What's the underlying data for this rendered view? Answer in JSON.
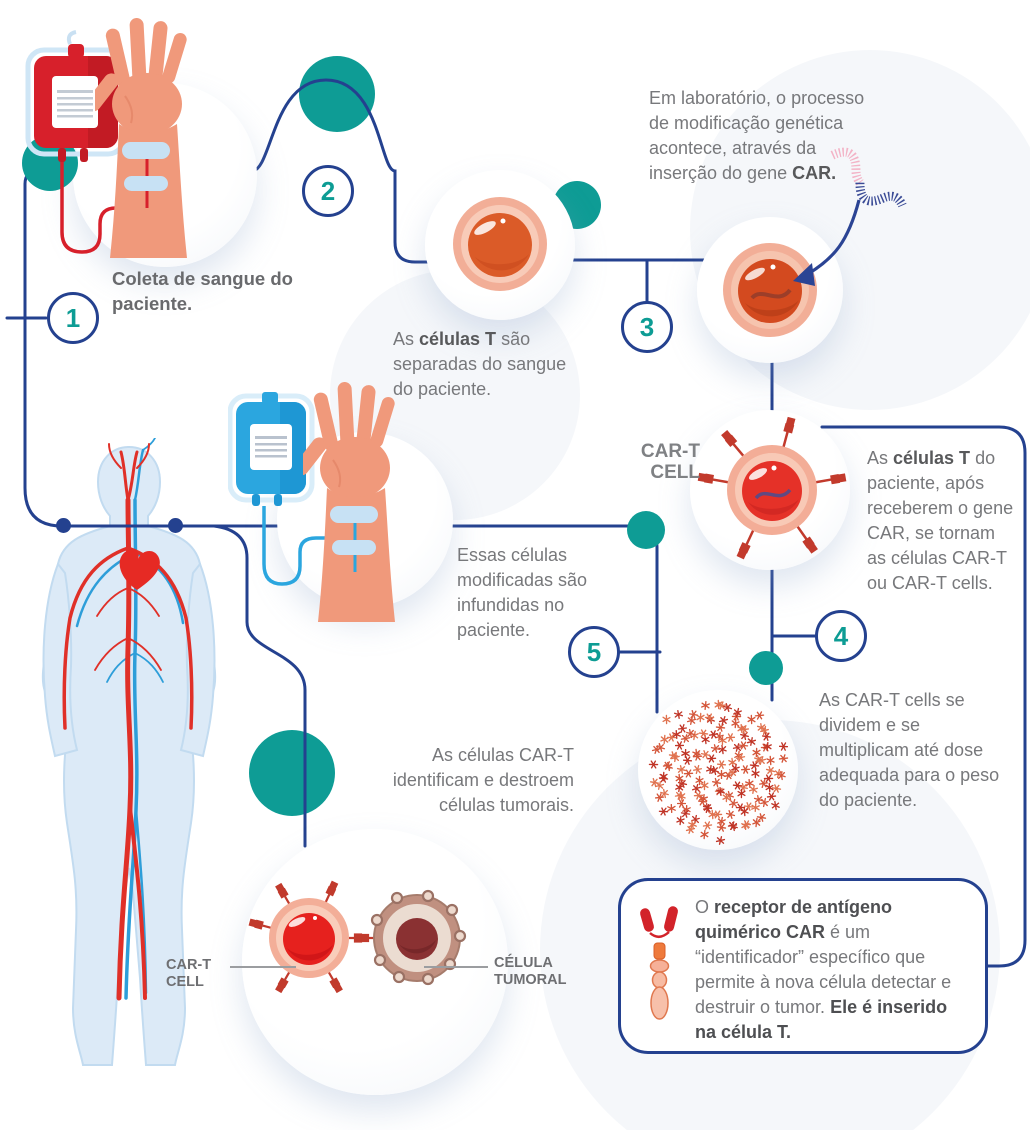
{
  "colors": {
    "navy": "#24418f",
    "teal": "#0e9c95",
    "red": "#d7202b",
    "light_blue": "#2ba6df",
    "salmon": "#f0997b",
    "text_gray": "#77787b",
    "text_dark": "#58595b"
  },
  "badges": {
    "b1": "1",
    "b2": "2",
    "b3": "3",
    "b4": "4",
    "b5": "5"
  },
  "step1": {
    "label": "Coleta de sangue do paciente."
  },
  "step2": {
    "seg1": "As ",
    "seg2": "células T",
    "seg3": " são separadas do sangue do paciente."
  },
  "lab": {
    "seg1": "Em laboratório, o processo de modificação genética acontece, através da inserção do gene ",
    "seg2": "CAR."
  },
  "cart_label": {
    "line1": "CAR-T",
    "line2": "CELL"
  },
  "panel": {
    "seg1": "As ",
    "seg2": "células T",
    "seg3": " do paciente, após receberem o gene CAR, se tornam as células CAR-T ou CAR-T cells."
  },
  "step4": {
    "text": "As CAR-T cells se dividem e se multiplicam até dose adequada para o peso do paciente."
  },
  "step5": {
    "text": "Essas células modificadas são infundidas no paciente."
  },
  "step6": {
    "text": "As células CAR-T identificam e destroem células tumorais."
  },
  "duel": {
    "left_line1": "CAR-T",
    "left_line2": "CELL",
    "right_line1": "CÉLULA",
    "right_line2": "TUMORAL"
  },
  "infobox": {
    "seg1": "O ",
    "seg2": "receptor de antígeno quimérico CAR",
    "seg3": " é um “identificador” específico que permite à nova célula detectar e destruir o tumor. ",
    "seg4": "Ele é inserido na célula T."
  }
}
